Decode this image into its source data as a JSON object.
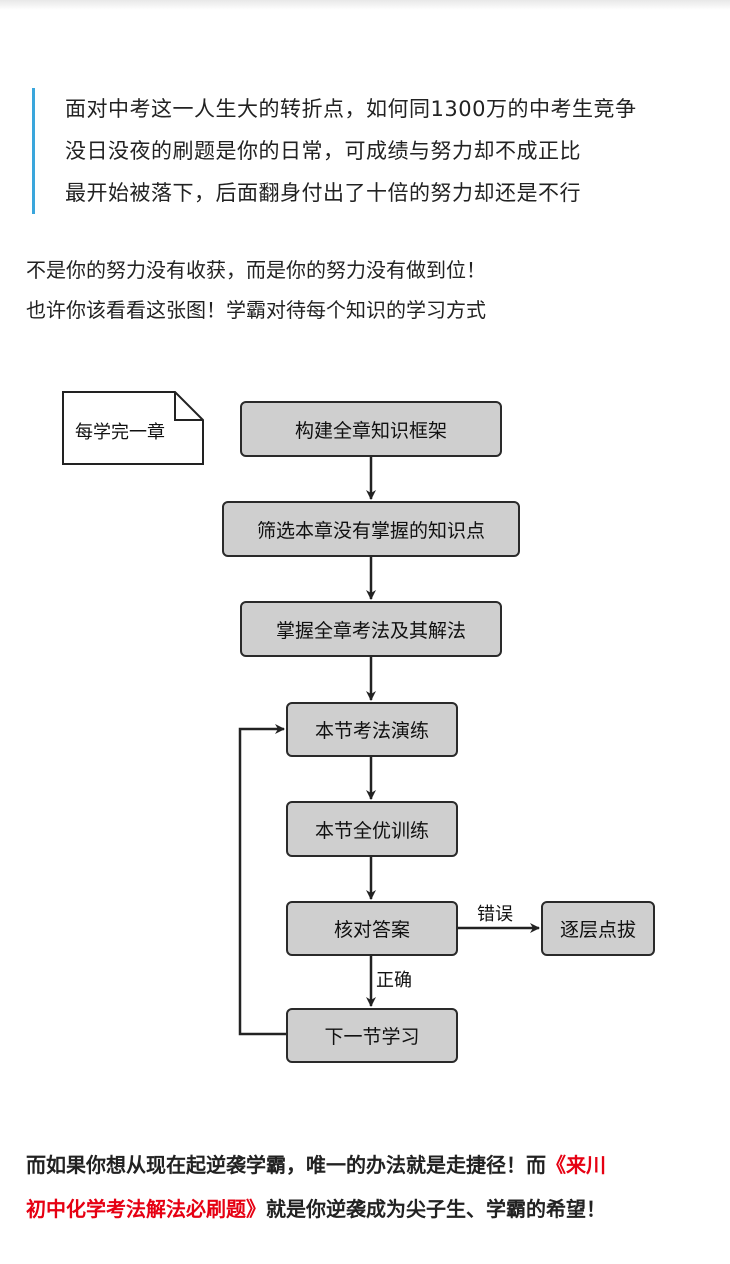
{
  "intro_quote": {
    "lines": [
      "面对中考这一人生大的转折点，如何同1300万的中考生竞争",
      "没日没夜的刷题是你的日常，可成绩与努力却不成正比",
      "最开始被落下，后面翻身付出了十倍的努力却还是不行"
    ],
    "accent_color": "#3aa6dc"
  },
  "paragraph": {
    "lines": [
      "不是你的努力没有收获，而是你的努力没有做到位！",
      "也许你该看看这张图！学霸对待每个知识的学习方式"
    ]
  },
  "flowchart": {
    "note": "每学完一章",
    "steps": {
      "build": "构建全章知识框架",
      "filter": "筛选本章没有掌握的知识点",
      "master": "掌握全章考法及其解法",
      "practice": "本节考法演练",
      "training": "本节全优训练",
      "check": "核对答案",
      "review": "逐层点拔",
      "next": "下一节学习"
    },
    "edge_labels": {
      "wrong": "错误",
      "correct": "正确"
    },
    "box_fill": "#cfcfcf"
  },
  "closing": {
    "line1_text": "而如果你想从现在起逆袭学霸，唯一的办法就是走捷径！而",
    "line1_red": "《来川",
    "line2_red": "初中化学考法解法必刷题》",
    "line2_text": "就是你逆袭成为尖子生、学霸的希望！",
    "highlight_color": "#e60012"
  }
}
